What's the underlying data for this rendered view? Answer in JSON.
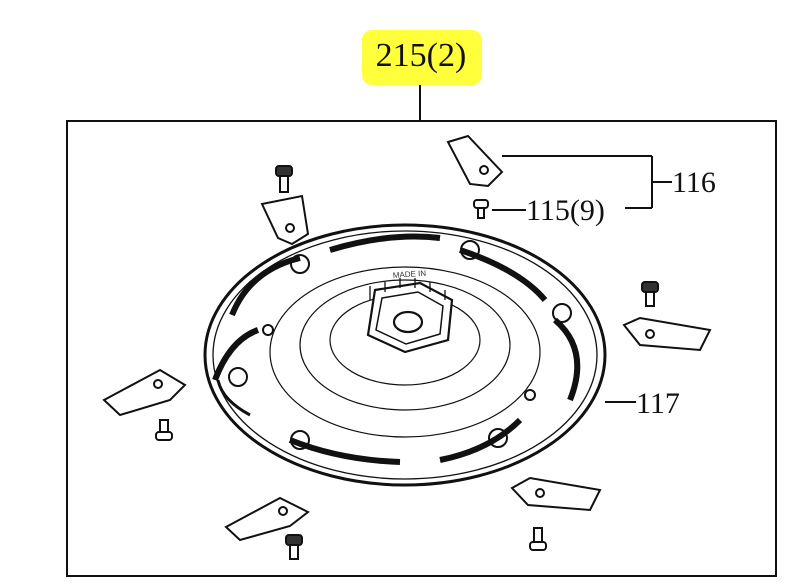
{
  "diagram": {
    "assembly_label": "215(2)",
    "callouts": {
      "blade_set": "116",
      "screw": "115(9)",
      "disc": "117"
    },
    "highlight_color": "#ffff3c",
    "line_color": "#111111",
    "disc_embossed_text": "MADE IN"
  }
}
